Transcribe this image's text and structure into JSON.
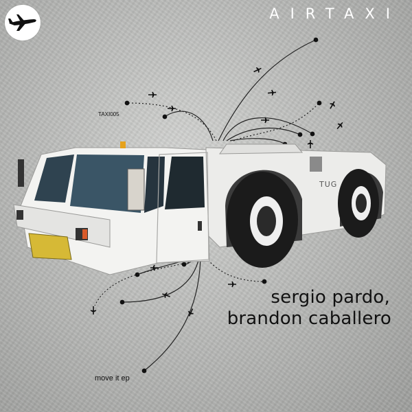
{
  "brand": {
    "name": "AIRTAXI",
    "logo_icon": "airplane-icon"
  },
  "release": {
    "catalog_number": "TAXI005",
    "artists_line1": "sergio pardo,",
    "artists_line2": "brandon caballero",
    "title": "move it ep"
  },
  "vehicle": {
    "badge": "TUG"
  },
  "colors": {
    "background": "#c4c5c3",
    "text": "#111111",
    "brand_text": "#ffffff",
    "vehicle_body": "#f1f1ef",
    "tow_hitch": "#d6b936"
  }
}
